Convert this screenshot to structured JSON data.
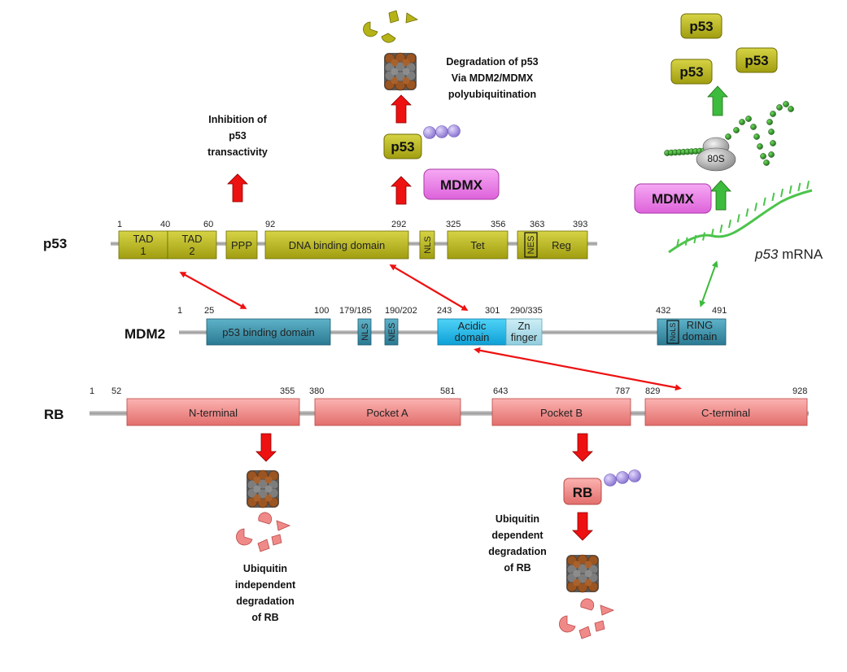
{
  "proteins": {
    "p53": {
      "name": "p53",
      "positions": [
        "1",
        "40",
        "60",
        "92",
        "292",
        "325",
        "356",
        "363",
        "393"
      ],
      "domains": {
        "tad1_line1": "TAD",
        "tad1_line2": "1",
        "tad2_line1": "TAD",
        "tad2_line2": "2",
        "ppp": "PPP",
        "dbd": "DNA binding domain",
        "nls": "NLS",
        "tet": "Tet",
        "nes": "NES",
        "reg": "Reg"
      }
    },
    "mdm2": {
      "name": "MDM2",
      "positions": [
        "1",
        "25",
        "100",
        "179/185",
        "190/202",
        "243",
        "301",
        "290/335",
        "432",
        "491"
      ],
      "domains": {
        "p53bd": "p53 binding domain",
        "nls": "NLS",
        "nes": "NES",
        "acidic_line1": "Acidic",
        "acidic_line2": "domain",
        "zn_line1": "Zn",
        "zn_line2": "finger",
        "nols": "NoLS",
        "ring_line1": "RING",
        "ring_line2": "domain"
      }
    },
    "rb": {
      "name": "RB",
      "positions": [
        "1",
        "52",
        "355",
        "380",
        "581",
        "643",
        "787",
        "829",
        "928"
      ],
      "domains": {
        "nterm": "N-terminal",
        "pocketA": "Pocket A",
        "pocketB": "Pocket B",
        "cterm": "C-terminal"
      }
    }
  },
  "annotations": {
    "inhibition": [
      "Inhibition of",
      "p53",
      "transactivity"
    ],
    "degradation_p53": [
      "Degradation of p53",
      "Via MDM2/MDMX",
      "polyubiquitination"
    ],
    "ubiq_indep": [
      "Ubiquitin",
      "independent",
      "degradation",
      "of RB"
    ],
    "ubiq_dep": [
      "Ubiquitin",
      "dependent",
      "degradation",
      "of RB"
    ],
    "mrna_italic": "p53",
    "mrna_rest": " mRNA"
  },
  "chips": {
    "p53": "p53",
    "mdmx": "MDMX",
    "rb": "RB",
    "ribosome": "80S"
  },
  "colors": {
    "p53_domain": "#b5b318",
    "mdm2_domain": "#3b8fa8",
    "mdm2_acidic": "#17b6e8",
    "mdm2_zn": "#a8dce8",
    "rb_domain": "#f08a88",
    "mdmx": "#e978e6",
    "arrow_red": "#ee1111",
    "arrow_green": "#33aa33",
    "ubiquitin": "#9f88d8",
    "proteasome_brown": "#8a4b1e",
    "proteasome_grey": "#7a7a7a"
  }
}
